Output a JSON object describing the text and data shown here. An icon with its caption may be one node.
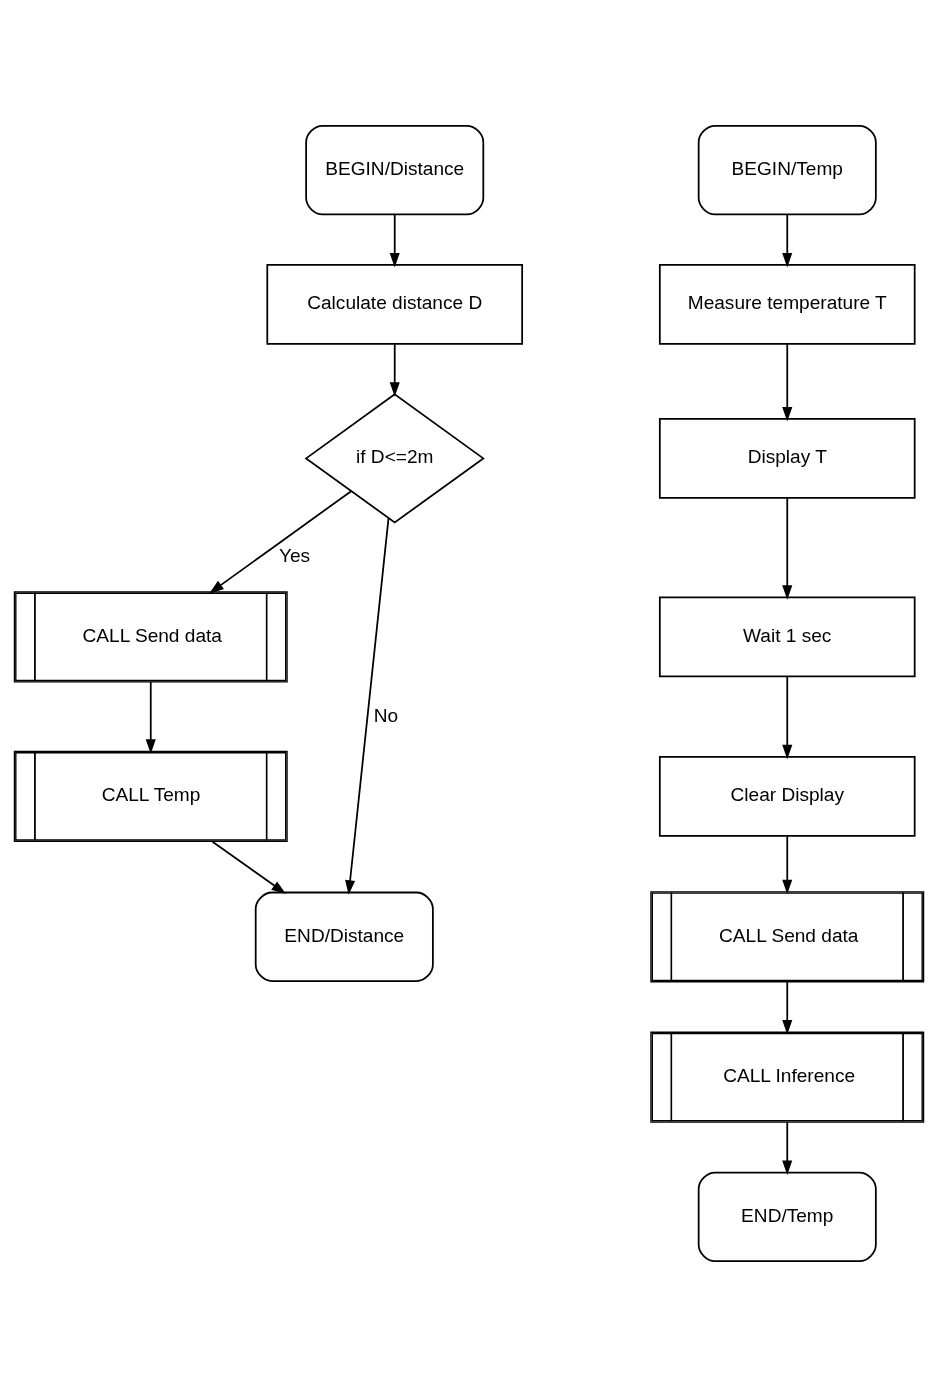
{
  "diagram": {
    "nodes": [
      {
        "text": [
          "BEGIN/Distance"
        ]
      },
      {
        "text": [
          "Calculate distance D"
        ]
      },
      {
        "text": [
          "if D<=2m"
        ]
      },
      {
        "text": [
          "CALL Send data"
        ]
      },
      {
        "text": [
          "CALL Temp"
        ]
      },
      {
        "text": [
          "END/Distance"
        ]
      },
      {
        "text": [
          "BEGIN/Temp"
        ]
      },
      {
        "text": [
          "Measure temperature T"
        ]
      },
      {
        "text": [
          "Display T"
        ]
      },
      {
        "text": [
          "Wait 1 sec"
        ]
      },
      {
        "text": [
          "Clear Display"
        ]
      },
      {
        "text": [
          "CALL Send data"
        ]
      },
      {
        "text": [
          "CALL Inference"
        ]
      },
      {
        "text": [
          "END/Temp"
        ]
      }
    ],
    "edges": [
      {
        "from": 0,
        "to": 1,
        "arrow": "to"
      },
      {
        "from": 1,
        "to": 2,
        "arrow": "to"
      },
      {
        "from": 2,
        "to": 3,
        "arrow": "to",
        "label": "Yes"
      },
      {
        "from": 3,
        "to": 4,
        "arrow": "to"
      },
      {
        "from": 4,
        "to": 5,
        "arrow": "to"
      },
      {
        "from": 2,
        "to": 5,
        "arrow": "to",
        "label": "No"
      },
      {
        "from": 6,
        "to": 7,
        "arrow": "to"
      },
      {
        "from": 7,
        "to": 8,
        "arrow": "to"
      },
      {
        "from": 8,
        "to": 9,
        "arrow": "to"
      },
      {
        "from": 9,
        "to": 10,
        "arrow": "to"
      },
      {
        "from": 10,
        "to": 11,
        "arrow": "to"
      },
      {
        "from": 11,
        "to": 12,
        "arrow": "to"
      },
      {
        "from": 12,
        "to": 13,
        "arrow": "to"
      }
    ]
  }
}
